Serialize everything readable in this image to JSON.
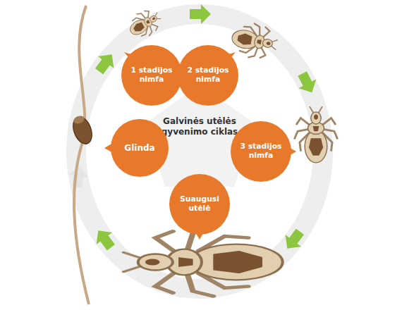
{
  "diagram": {
    "title": "Galvinės utėlės gyvenimo ciklas",
    "nodes": [
      {
        "text": [
          "1 stadijos nimfa"
        ]
      },
      {
        "text": [
          "2 stadijos nimfa"
        ]
      },
      {
        "text": [
          "Glinda"
        ]
      },
      {
        "text": [
          "3 stadijos nimfa"
        ]
      },
      {
        "text": [
          "Suaugusi utėlė"
        ]
      }
    ]
  }
}
